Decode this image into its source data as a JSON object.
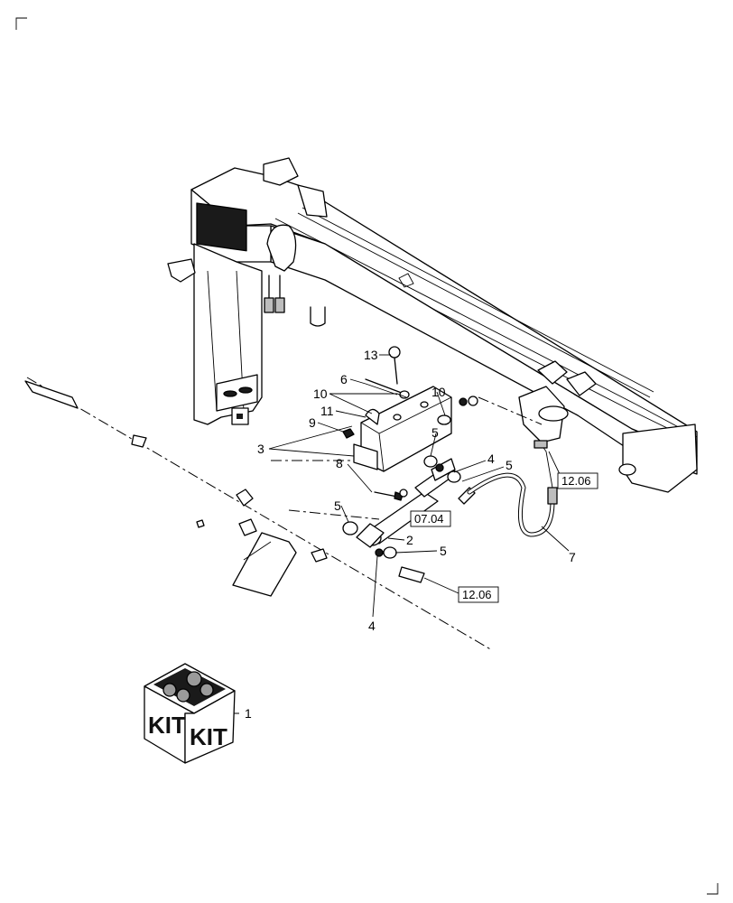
{
  "callouts": {
    "c1": "1",
    "c2": "2",
    "c3": "3",
    "c4a": "4",
    "c4b": "4",
    "c5a": "5",
    "c5b": "5",
    "c5c": "5",
    "c5d": "5",
    "c6": "6",
    "c7": "7",
    "c8": "8",
    "c9": "9",
    "c10a": "10",
    "c10b": "10",
    "c11": "11",
    "c13": "13"
  },
  "refs": {
    "r1": "12.06",
    "r2": "07.04",
    "r3": "12.06"
  },
  "kit": {
    "left": "KIT",
    "right": "KIT"
  }
}
